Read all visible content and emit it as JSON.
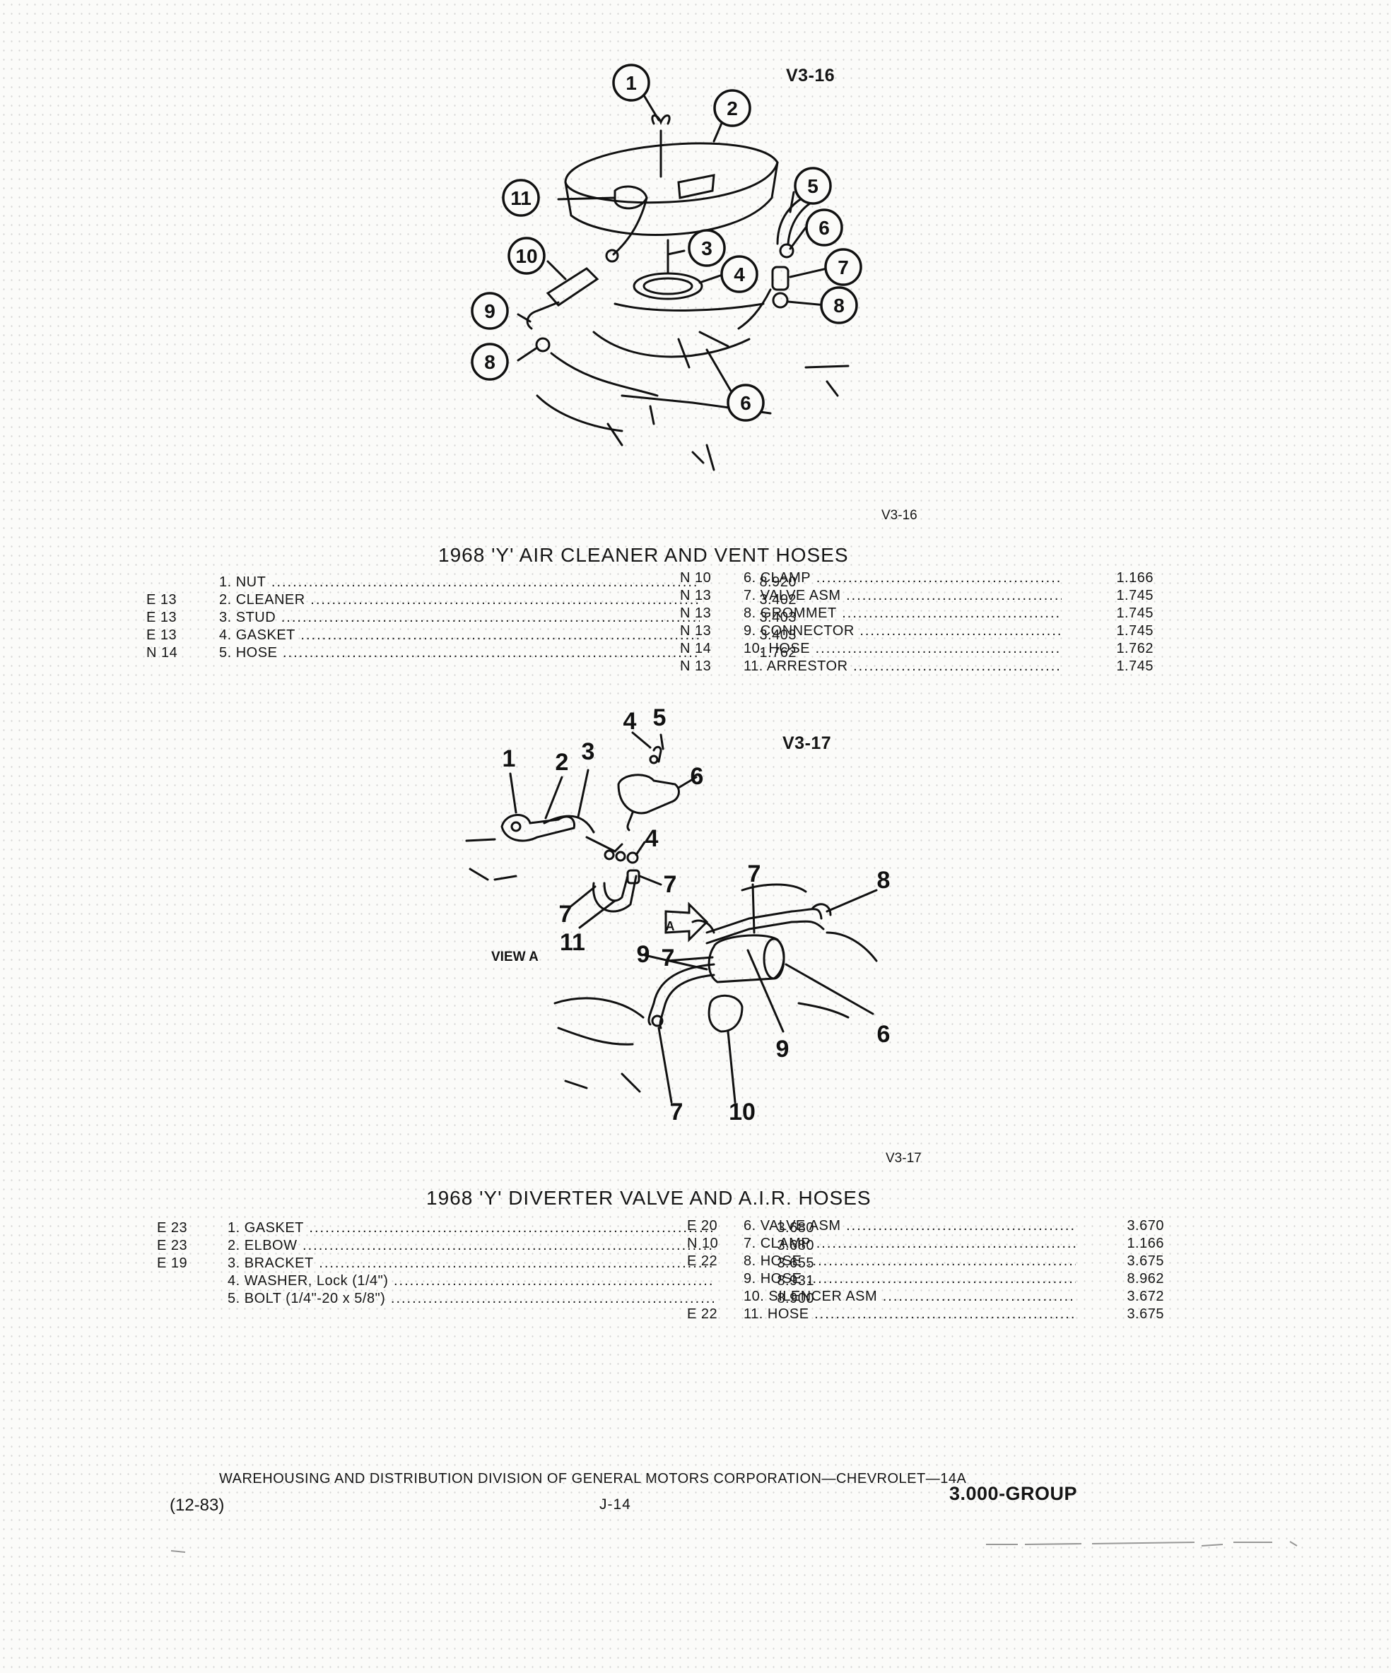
{
  "figure1": {
    "code": "V3-16",
    "ref": "V3-16",
    "callouts": [
      "1",
      "2",
      "3",
      "4",
      "5",
      "6",
      "7",
      "8",
      "8",
      "9",
      "10",
      "11",
      "6"
    ],
    "title": "1968 'Y' AIR CLEANER AND VENT HOSES",
    "left_parts": [
      {
        "code": "",
        "desc": "1. NUT",
        "price": "8.920"
      },
      {
        "code": "E  13",
        "desc": "2. CLEANER",
        "price": "3.402"
      },
      {
        "code": "E  13",
        "desc": "3. STUD",
        "price": "3.403"
      },
      {
        "code": "E  13",
        "desc": "4. GASKET",
        "price": "3.403"
      },
      {
        "code": "N  14",
        "desc": "5. HOSE",
        "price": "1.762"
      }
    ],
    "right_parts": [
      {
        "code": "N  10",
        "desc": "6. CLAMP",
        "price": "1.166"
      },
      {
        "code": "N  13",
        "desc": "7. VALVE ASM",
        "price": "1.745"
      },
      {
        "code": "N  13",
        "desc": "8. GROMMET",
        "price": "1.745"
      },
      {
        "code": "N  13",
        "desc": "9. CONNECTOR",
        "price": "1.745"
      },
      {
        "code": "N  14",
        "desc": "10. HOSE",
        "price": "1.762"
      },
      {
        "code": "N  13",
        "desc": "11. ARRESTOR",
        "price": "1.745"
      }
    ]
  },
  "figure2": {
    "code": "V3-17",
    "ref": "V3-17",
    "view_label": "VIEW A",
    "view_marker": "A",
    "callouts": [
      "1",
      "2",
      "3",
      "4",
      "5",
      "6",
      "4",
      "7",
      "7",
      "11",
      "7",
      "8",
      "9",
      "7",
      "9",
      "6",
      "7",
      "10"
    ],
    "title": "1968 'Y' DIVERTER VALVE AND A.I.R. HOSES",
    "left_parts": [
      {
        "code": "E  23",
        "desc": "1. GASKET",
        "price": "3.680"
      },
      {
        "code": "E  23",
        "desc": "2. ELBOW",
        "price": "3.680"
      },
      {
        "code": "E  19",
        "desc": "3. BRACKET",
        "price": "3.655"
      },
      {
        "code": "",
        "desc": "4. WASHER, Lock (1/4\")",
        "price": "8.931"
      },
      {
        "code": "",
        "desc": "5. BOLT (1/4\"-20 x 5/8\")",
        "price": "8.900"
      }
    ],
    "right_parts": [
      {
        "code": "E  20",
        "desc": "6. VALVE ASM",
        "price": "3.670"
      },
      {
        "code": "N  10",
        "desc": "7. CLAMP",
        "price": "1.166"
      },
      {
        "code": "E  22",
        "desc": "8. HOSE",
        "price": "3.675"
      },
      {
        "code": "",
        "desc": "9. HOSE",
        "price": "8.962"
      },
      {
        "code": "",
        "desc": "10. SILENCER ASM",
        "price": "3.672"
      },
      {
        "code": "E  22",
        "desc": "11. HOSE",
        "price": "3.675"
      }
    ]
  },
  "footer": {
    "division": "WAREHOUSING AND DISTRIBUTION DIVISION OF GENERAL MOTORS CORPORATION—CHEVROLET—14A",
    "date": "(12-83)",
    "page": "J-14",
    "group": "3.000-GROUP"
  }
}
